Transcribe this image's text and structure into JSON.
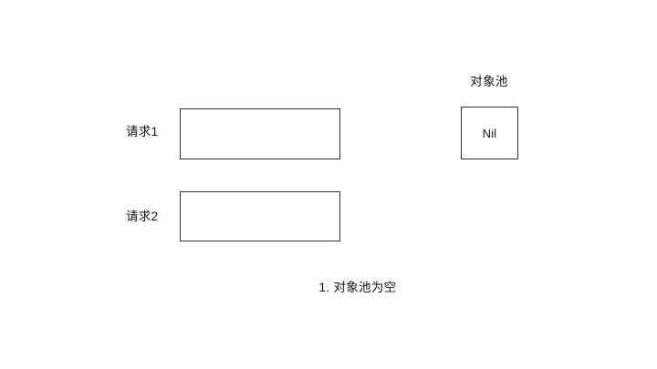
{
  "diagram": {
    "title_caption": "1. 对象池为空",
    "pool": {
      "heading": "对象池",
      "slot_label": "Nil"
    },
    "requests": [
      {
        "label": "请求1",
        "content": ""
      },
      {
        "label": "请求2",
        "content": ""
      }
    ],
    "colors": {
      "background": "#ffffff",
      "stroke": "#333333",
      "text": "#111111"
    }
  }
}
